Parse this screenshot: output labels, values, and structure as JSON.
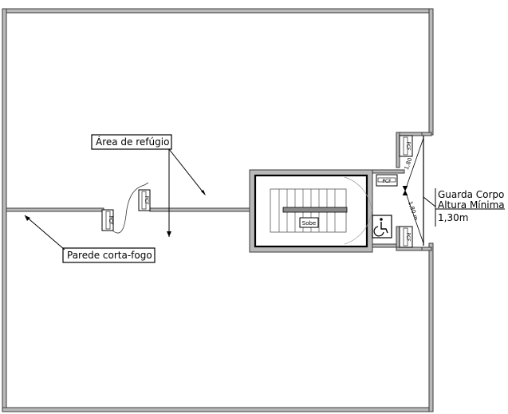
{
  "labels": {
    "refuge_area": "Área de refúgio",
    "firewall": "Parede corta-fogo",
    "guardrail_line1": "Guarda Corpo",
    "guardrail_line2": "Altura Mínima",
    "guardrail_line3": "1,30m",
    "stair_up": "Sobe"
  },
  "door_tags": {
    "left_vertical": "PCF",
    "left_tilted": "PCF",
    "stair_door": "PCF",
    "right_top": "PCF",
    "right_bottom": "PCF"
  },
  "dimensions": {
    "top": "1,80",
    "bottom": "1,80 m"
  },
  "symbols": {
    "accessibility": "wheelchair-icon"
  }
}
